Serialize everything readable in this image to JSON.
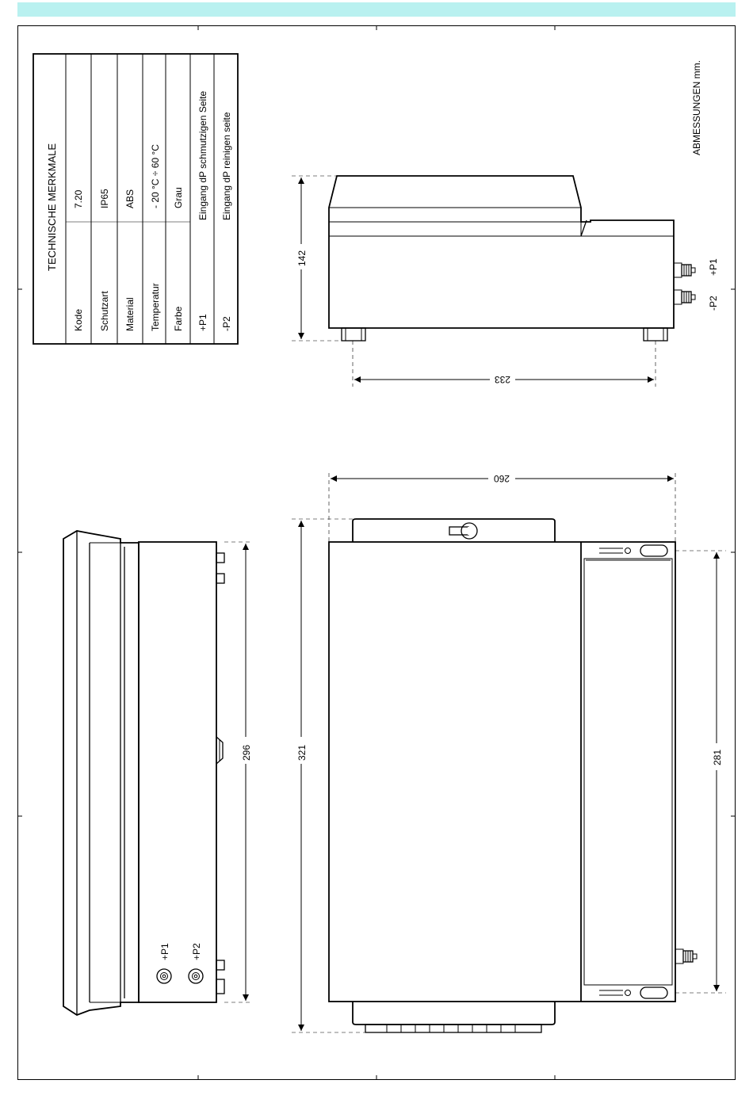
{
  "sheet": {
    "top_strip_color": "#b9f1f0",
    "dimensions_note": "ABMESSUNGEN mm."
  },
  "spec_table": {
    "title": "TECHNISCHE MERKMALE",
    "rows": [
      {
        "label": "Kode",
        "value": "7.20"
      },
      {
        "label": "Schutzart",
        "value": "IP65"
      },
      {
        "label": "Material",
        "value": "ABS"
      },
      {
        "label": "Temperatur",
        "value": "- 20 °C ÷ 60 °C"
      },
      {
        "label": "Farbe",
        "value": "Grau"
      },
      {
        "label": "+P1",
        "value": "Eingang dP schmutzigen Seite"
      },
      {
        "label": "-P2",
        "value": "Eingang dP reinigen seite"
      }
    ]
  },
  "side_view": {
    "height_dim": "142",
    "feet_dim": "233",
    "port_plus": "+P1",
    "port_minus": "-P2"
  },
  "front_view": {
    "width_dim": "260",
    "height_dim": "321",
    "mount_dim": "281"
  },
  "left_view": {
    "length_dim": "296",
    "port_p1": "+P1",
    "port_p2": "+P2"
  }
}
